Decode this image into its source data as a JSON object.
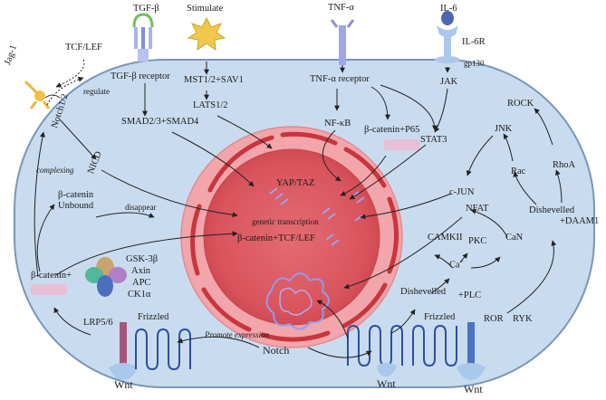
{
  "ligands": {
    "tgfb": "TGF-β",
    "stimulate": "Stimulate",
    "tnfa": "TNF-α",
    "il6": "IL-6",
    "il6r": "IL-6R",
    "gp130": "gp130",
    "jag1": "Jag-1",
    "tcflef_top": "TCF/LEF",
    "regulate": "regulate"
  },
  "receptors": {
    "notch12": "Notch1/2",
    "tgfb_receptor": "TGF-β  receptor",
    "tnfa_receptor": "TNF-α receptor",
    "lrp56": "LRP5/6",
    "frizzled_left": "Frizzled",
    "frizzled_right": "Frizzled",
    "ror": "ROR",
    "ryk": "RYK",
    "notch_bottom": "Notch",
    "wnt_left": "Wnt",
    "wnt_middle": "Wnt",
    "wnt_right": "Wnt"
  },
  "cytoplasm": {
    "mst": "MST1/2+SAV1",
    "lats": "LATS1/2",
    "smad": "SMAD2/3+SMAD4",
    "nicd": "NICD",
    "complexing": "complexing",
    "bcat_unbound_1": "β-catenin",
    "bcat_unbound_2": "Unbound",
    "disappear": "disappear",
    "bcat_plus": "β-catenin+",
    "gsk": "GSK-3β",
    "axin": "Axin",
    "apc": "APC",
    "ck1a": "CK1α",
    "nfkb": "NF-κB",
    "bcat_p65": "β-catenin+P65",
    "jak": "JAK",
    "stat3": "STAT3",
    "rock": "ROCK",
    "jnk": "JNK",
    "rhoa": "RhoA",
    "rac": "Rac",
    "cjun": "c-JUN",
    "nfat": "NFAT",
    "dishevelled_daam": "Dishevelled",
    "daam1": "+DAAM1",
    "camkii": "CAMKII",
    "pkc": "PKC",
    "can": "CaN",
    "ca": "Ca",
    "ca_sup": "+",
    "dishevelled_plc": "Dishevelled",
    "plc": "+PLC",
    "promote_expression": "Promote expression"
  },
  "nucleus": {
    "yaptaz": "YAP/TAZ",
    "genetic_transcription": "genetic transcription",
    "bcat_tcf": "β-catenin+TCF/LEF"
  },
  "colors": {
    "cell_fill": "#c9dcef",
    "cell_stroke": "#7a96b8",
    "nucleus_outer": "#f2a5aa",
    "nucleus_inner": "#df5a63",
    "er": "#c9353d",
    "receptor_blue": "#6b7fd6",
    "pink_box": "#e7bfd6"
  }
}
